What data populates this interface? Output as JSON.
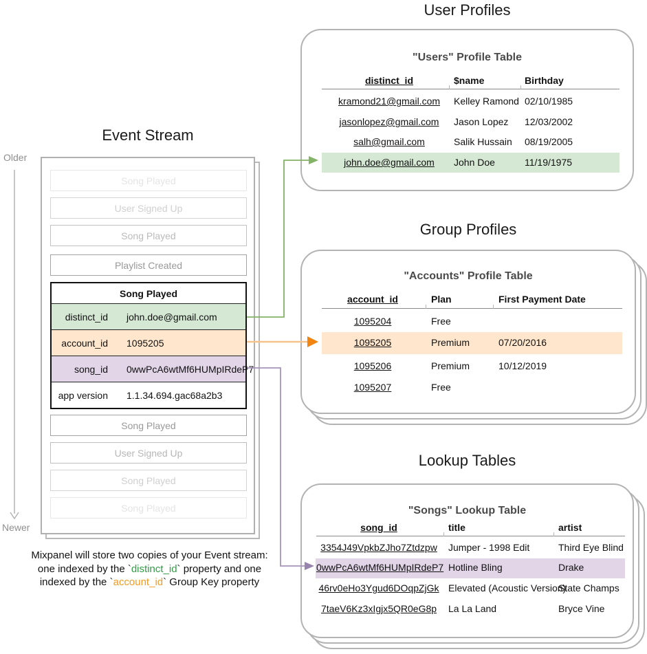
{
  "event_stream": {
    "title": "Event Stream",
    "older_label": "Older",
    "newer_label": "Newer",
    "faded_events_top": [
      {
        "label": "Song Played"
      },
      {
        "label": "User Signed Up"
      },
      {
        "label": "Song Played"
      },
      {
        "label": "Playlist Created"
      }
    ],
    "expanded_event": {
      "title": "Song Played",
      "properties": [
        {
          "key": "distinct_id",
          "value": "john.doe@gmail.com",
          "highlight": "green"
        },
        {
          "key": "account_id",
          "value": "1095205",
          "highlight": "orange"
        },
        {
          "key": "song_id",
          "value": "0wwPcA6wtMf6HUMpIRdeP7",
          "highlight": "purple"
        },
        {
          "key": "app version",
          "value": "1.1.34.694.gac68a2b3",
          "highlight": "none"
        }
      ]
    },
    "faded_events_bottom": [
      {
        "label": "Song Played"
      },
      {
        "label": "User Signed Up"
      },
      {
        "label": "Song Played"
      },
      {
        "label": "Song Played"
      }
    ]
  },
  "user_profiles": {
    "section_title": "User Profiles",
    "table_title": "\"Users\" Profile Table",
    "headers": [
      "distinct_id",
      "$name",
      "Birthday"
    ],
    "rows": [
      {
        "id": "kramond21@gmail.com",
        "name": "Kelley Ramond",
        "birthday": "02/10/1985"
      },
      {
        "id": "jasonlopez@gmail.com",
        "name": "Jason Lopez",
        "birthday": "12/03/2002"
      },
      {
        "id": "salh@gmail.com",
        "name": "Salik Hussain",
        "birthday": "08/19/2005"
      },
      {
        "id": "john.doe@gmail.com",
        "name": "John Doe",
        "birthday": "11/19/1975"
      }
    ],
    "highlighted_row": 3
  },
  "group_profiles": {
    "section_title": "Group Profiles",
    "table_title": "\"Accounts\" Profile Table",
    "headers": [
      "account_id",
      "Plan",
      "First Payment Date"
    ],
    "rows": [
      {
        "id": "1095204",
        "plan": "Free",
        "date": ""
      },
      {
        "id": "1095205",
        "plan": "Premium",
        "date": "07/20/2016"
      },
      {
        "id": "1095206",
        "plan": "Premium",
        "date": "10/12/2019"
      },
      {
        "id": "1095207",
        "plan": "Free",
        "date": ""
      }
    ],
    "highlighted_row": 1
  },
  "lookup_tables": {
    "section_title": "Lookup Tables",
    "table_title": "\"Songs\" Lookup Table",
    "headers": [
      "song_id",
      "title",
      "artist"
    ],
    "rows": [
      {
        "id": "3354J49VpkbZJho7Ztdzpw",
        "title": "Jumper - 1998 Edit",
        "artist": "Third Eye Blind"
      },
      {
        "id": "0wwPcA6wtMf6HUMpIRdeP7",
        "title": "Hotline Bling",
        "artist": "Drake"
      },
      {
        "id": "46rv0eHo3Ygud6DOqpZjGk",
        "title": "Elevated (Acoustic Version)",
        "artist": "State Champs"
      },
      {
        "id": "7taeV6Kz3xIgjx5QR0eG8p",
        "title": "La La Land",
        "artist": "Bryce Vine"
      }
    ],
    "highlighted_row": 1
  },
  "caption": {
    "line1": "Mixpanel will store two copies of your Event stream:",
    "line2_pre": "one indexed by the `",
    "line2_key": "distinct_id",
    "line2_post": "` property and one",
    "line3_pre": "indexed by the `",
    "line3_key": "account_id",
    "line3_post": "` Group Key property"
  },
  "colors": {
    "highlight_green": "#d5e8d4",
    "highlight_orange": "#ffe6cc",
    "highlight_purple": "#e1d5e7",
    "arrow_green": "#82b366",
    "arrow_orange_line": "#f5c28b",
    "arrow_orange_head": "#f28411",
    "arrow_purple": "#a593ba",
    "caption_green": "#2f9e44",
    "caption_orange": "#f59b23"
  }
}
